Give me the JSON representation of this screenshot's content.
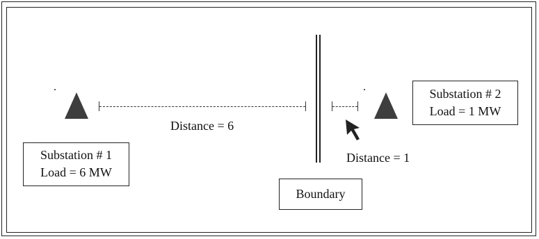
{
  "substation_1": {
    "name": "Substation # 1",
    "load": "Load = 6 MW"
  },
  "substation_2": {
    "name": "Substation # 2",
    "load": "Load = 1 MW"
  },
  "distance_1": "Distance = 6",
  "distance_2": "Distance = 1",
  "boundary": "Boundary",
  "colors": {
    "marker": "#3e3e3e",
    "line": "#222222",
    "background": "#ffffff"
  },
  "icons": [
    "substation-marker-icon",
    "cursor-arrow-icon"
  ]
}
